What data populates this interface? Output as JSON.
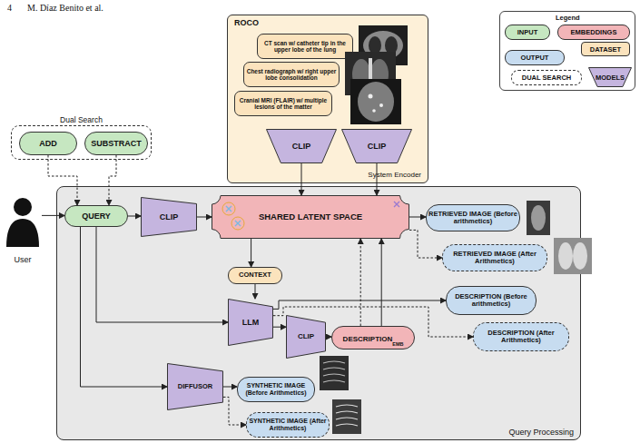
{
  "diagram": {
    "nodes": [
      {
        "text": [
          "ROCO",
          "System Encoder"
        ]
      },
      {
        "text": [
          "CT scan w/ catheter tip in the upper lobe of the lung"
        ],
        "in": 0
      },
      {
        "text": [
          "Chest radiograph w/ right upper lobe consolidation"
        ],
        "in": 0
      },
      {
        "text": [
          "Cranial MRI (FLAIR) w/ multiple lesions of the matter"
        ],
        "in": 0
      },
      {
        "text": [
          "CLIP"
        ],
        "in": 0
      },
      {
        "text": [
          "CLIP"
        ],
        "in": 0
      },
      {
        "text": [
          "Dual Search"
        ]
      },
      {
        "text": [
          "ADD"
        ],
        "in": 6
      },
      {
        "text": [
          "SUBSTRACT"
        ],
        "in": 6
      },
      {
        "text": [
          "User"
        ]
      },
      {
        "text": [
          "Query Processing"
        ]
      },
      {
        "text": [
          "QUERY"
        ],
        "in": 10
      },
      {
        "text": [
          "CLIP"
        ],
        "in": 10
      },
      {
        "text": [
          "SHARED LATENT SPACE"
        ],
        "in": 10
      },
      {
        "text": [
          "RETRIEVED IMAGE (Before arithmetics)"
        ],
        "in": 10
      },
      {
        "text": [
          "RETRIEVED IMAGE (After Arithmetics)"
        ],
        "in": 10
      },
      {
        "text": [
          "CONTEXT"
        ],
        "in": 10
      },
      {
        "text": [
          "LLM"
        ],
        "in": 10
      },
      {
        "text": [
          "CLIP"
        ],
        "in": 10
      },
      {
        "text": [
          "DESCRIPTION",
          "EMB"
        ],
        "in": 10
      },
      {
        "text": [
          "DESCRIPTION (Before arithmetics)"
        ],
        "in": 10
      },
      {
        "text": [
          "DESCRIPTION (After Arithmetics)"
        ],
        "in": 10
      },
      {
        "text": [
          "DIFFUSOR"
        ],
        "in": 10
      },
      {
        "text": [
          "SYNTHETIC IMAGE (Before Arithmetics)"
        ],
        "in": 10
      },
      {
        "text": [
          "SYNTHETIC IMAGE (After Arithmetics)"
        ],
        "in": 10
      }
    ],
    "edges": [
      {
        "from": 4,
        "to": 13,
        "arrow": "to"
      },
      {
        "from": 5,
        "to": 13,
        "arrow": "to"
      },
      {
        "from": 7,
        "to": 11,
        "arrow": "to"
      },
      {
        "from": 8,
        "to": 11,
        "arrow": "to"
      },
      {
        "from": 9,
        "to": 11,
        "arrow": "to"
      },
      {
        "from": 11,
        "to": 12,
        "arrow": "to"
      },
      {
        "from": 12,
        "to": 13,
        "arrow": "to"
      },
      {
        "from": 13,
        "to": 14,
        "arrow": "to"
      },
      {
        "from": 13,
        "to": 15,
        "arrow": "to"
      },
      {
        "from": 13,
        "to": 16,
        "arrow": "to"
      },
      {
        "from": 16,
        "to": 17,
        "arrow": "to"
      },
      {
        "from": 11,
        "to": 17,
        "arrow": "to"
      },
      {
        "from": 17,
        "to": 18,
        "arrow": "to"
      },
      {
        "from": 17,
        "to": 20,
        "arrow": "to"
      },
      {
        "from": 17,
        "to": 21,
        "arrow": "to"
      },
      {
        "from": 18,
        "to": 19,
        "arrow": "to"
      },
      {
        "from": 19,
        "to": 13,
        "arrow": "to"
      },
      {
        "from": 19,
        "to": 13,
        "arrow": "to"
      },
      {
        "from": 11,
        "to": 22,
        "arrow": "to"
      },
      {
        "from": 22,
        "to": 23,
        "arrow": "to"
      },
      {
        "from": 22,
        "to": 24,
        "arrow": "to"
      }
    ],
    "labels": [
      "4",
      "M. Díaz Benito et al.",
      "Legend"
    ],
    "legend": [
      {
        "text": "INPUT",
        "color": "#c6e7c1"
      },
      {
        "text": "EMBEDDINGS",
        "color": "#f2b5b8"
      },
      {
        "text": "DATASET",
        "color": "#fbe3bd"
      },
      {
        "text": "OUTPUT",
        "color": "#c7dcf0"
      },
      {
        "text": "DUAL SEARCH"
      },
      {
        "text": "MODELS"
      }
    ]
  }
}
